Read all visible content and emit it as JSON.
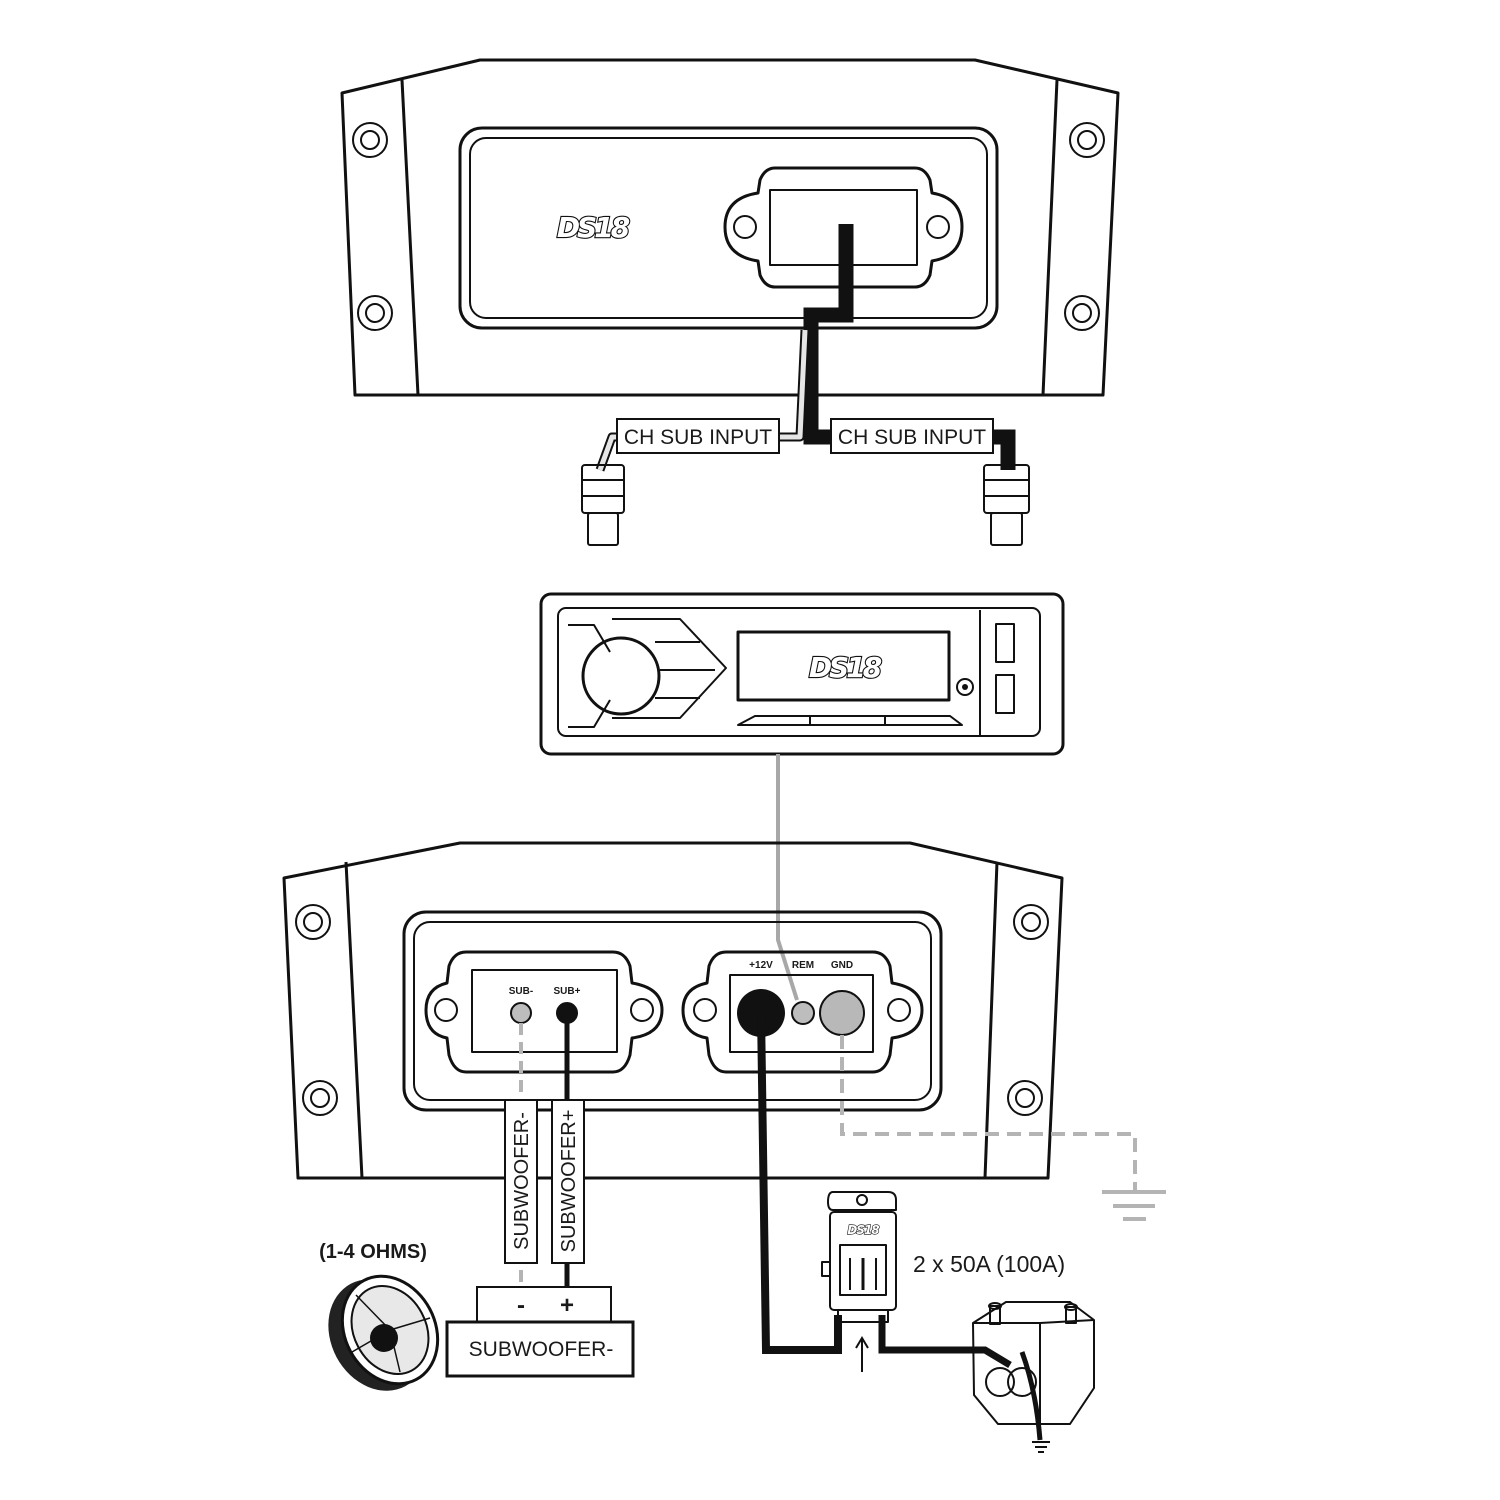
{
  "brand": {
    "logo_text": "DS18"
  },
  "top_amp": {
    "input_label_left": "CH SUB INPUT",
    "input_label_right": "CH SUB INPUT"
  },
  "bottom_amp": {
    "speaker_terminals": {
      "neg": "SUB-",
      "pos": "SUB+"
    },
    "power_terminals": {
      "p12v": "+12V",
      "rem": "REM",
      "gnd": "GND"
    }
  },
  "wiring": {
    "wire_neg_label": "SUBWOOFER-",
    "wire_pos_label": "SUBWOOFER+",
    "speaker_minus": "-",
    "speaker_plus": "+",
    "speaker_box_label": "SUBWOOFER-",
    "impedance": "(1-4 OHMS)",
    "fuse_rating": "2 x 50A (100A)"
  },
  "colors": {
    "line": "#111111",
    "remote_wire": "#a8a8a8",
    "ground_wire": "#b4b4b4",
    "background": "#ffffff"
  }
}
